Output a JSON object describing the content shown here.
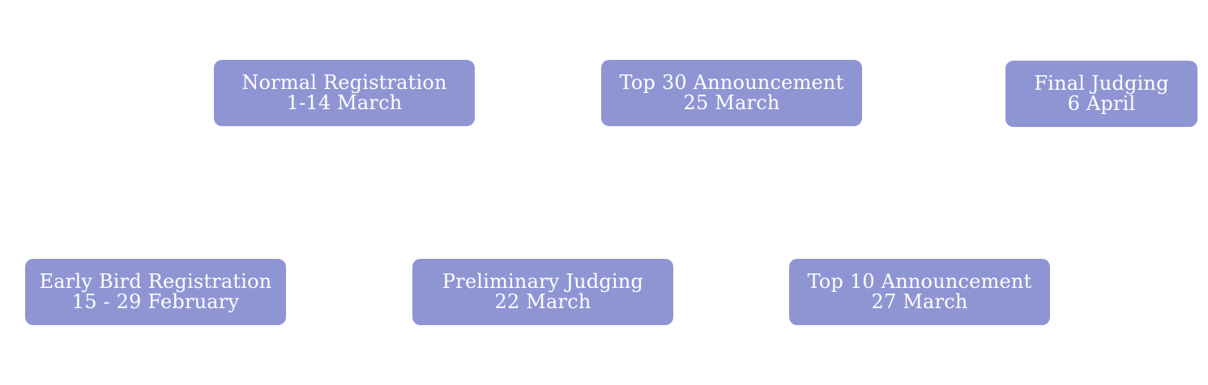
{
  "timeline": {
    "top_row": [
      {
        "title": "Normal Registration",
        "date": "1-14 March"
      },
      {
        "title": "Top 30 Announcement",
        "date": "25 March"
      },
      {
        "title": "Final Judging",
        "date": "6 April"
      }
    ],
    "bottom_row": [
      {
        "title": "Early Bird Registration",
        "date": "15 - 29 February"
      },
      {
        "title": "Preliminary Judging",
        "date": "22 March"
      },
      {
        "title": "Top 10 Announcement",
        "date": "27 March"
      }
    ]
  },
  "colors": {
    "milestone_background": "#8f95d3",
    "milestone_text": "#ffffff",
    "page_background": "#ffffff"
  }
}
